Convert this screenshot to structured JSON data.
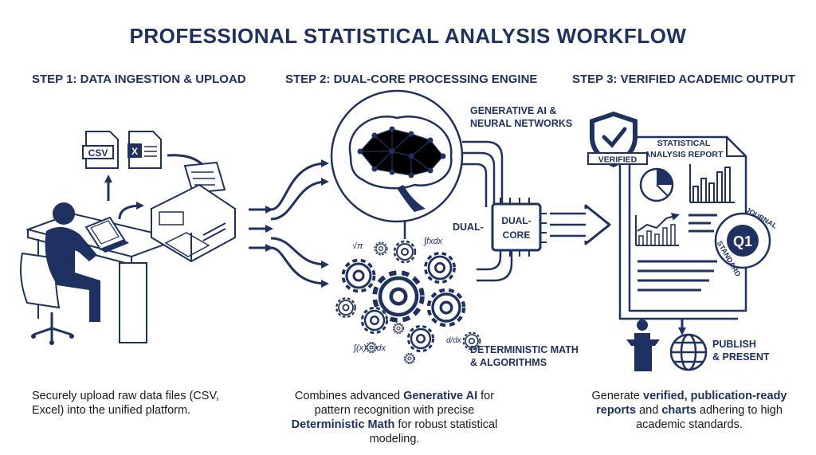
{
  "title": "PROFESSIONAL STATISTICAL ANALYSIS WORKFLOW",
  "steps": [
    {
      "label": "STEP 1: DATA INGESTION & UPLOAD"
    },
    {
      "label": "STEP 2: DUAL-CORE PROCESSING ENGINE"
    },
    {
      "label": "STEP 3: VERIFIED ACADEMIC OUTPUT"
    }
  ],
  "step1": {
    "file_csv": "CSV",
    "file_excel": "X",
    "description": "Securely upload raw data files (CSV, Excel) into the unified platform."
  },
  "step2": {
    "ai_label_1": "GENERATIVE AI &",
    "ai_label_2": "NEURAL NETWORKS",
    "dual_label": "DUAL-",
    "chip_line1": "DUAL-",
    "chip_line2": "CORE",
    "math_label_1": "DETERMINISTIC MATH",
    "math_label_2": "& ALGORITHMS",
    "formula_1": "√π",
    "formula_2": "∫fxdx",
    "formula_3": "∫(x) = dx",
    "formula_4": "d/dx",
    "desc_pre": "Combines advanced ",
    "desc_b1": "Generative AI",
    "desc_mid": " for pattern recognition with precise ",
    "desc_b2": "Deterministic Math",
    "desc_post": " for robust statistical modeling."
  },
  "step3": {
    "badge": "VERIFIED",
    "report_title_1": "STATISTICAL",
    "report_title_2": "ANALYSIS REPORT",
    "seal_main": "Q1",
    "seal_top": "JOURNAL",
    "seal_bottom": "STANDARD",
    "publish_1": "PUBLISH",
    "publish_2": "& PRESENT",
    "desc_pre": "Generate ",
    "desc_b1": "verified, publication-ready reports",
    "desc_mid": " and ",
    "desc_b2": "charts",
    "desc_post": " adhering to high academic standards."
  },
  "colors": {
    "navy": "#1e3160",
    "ink": "#1a1a1a",
    "background": "#ffffff"
  }
}
